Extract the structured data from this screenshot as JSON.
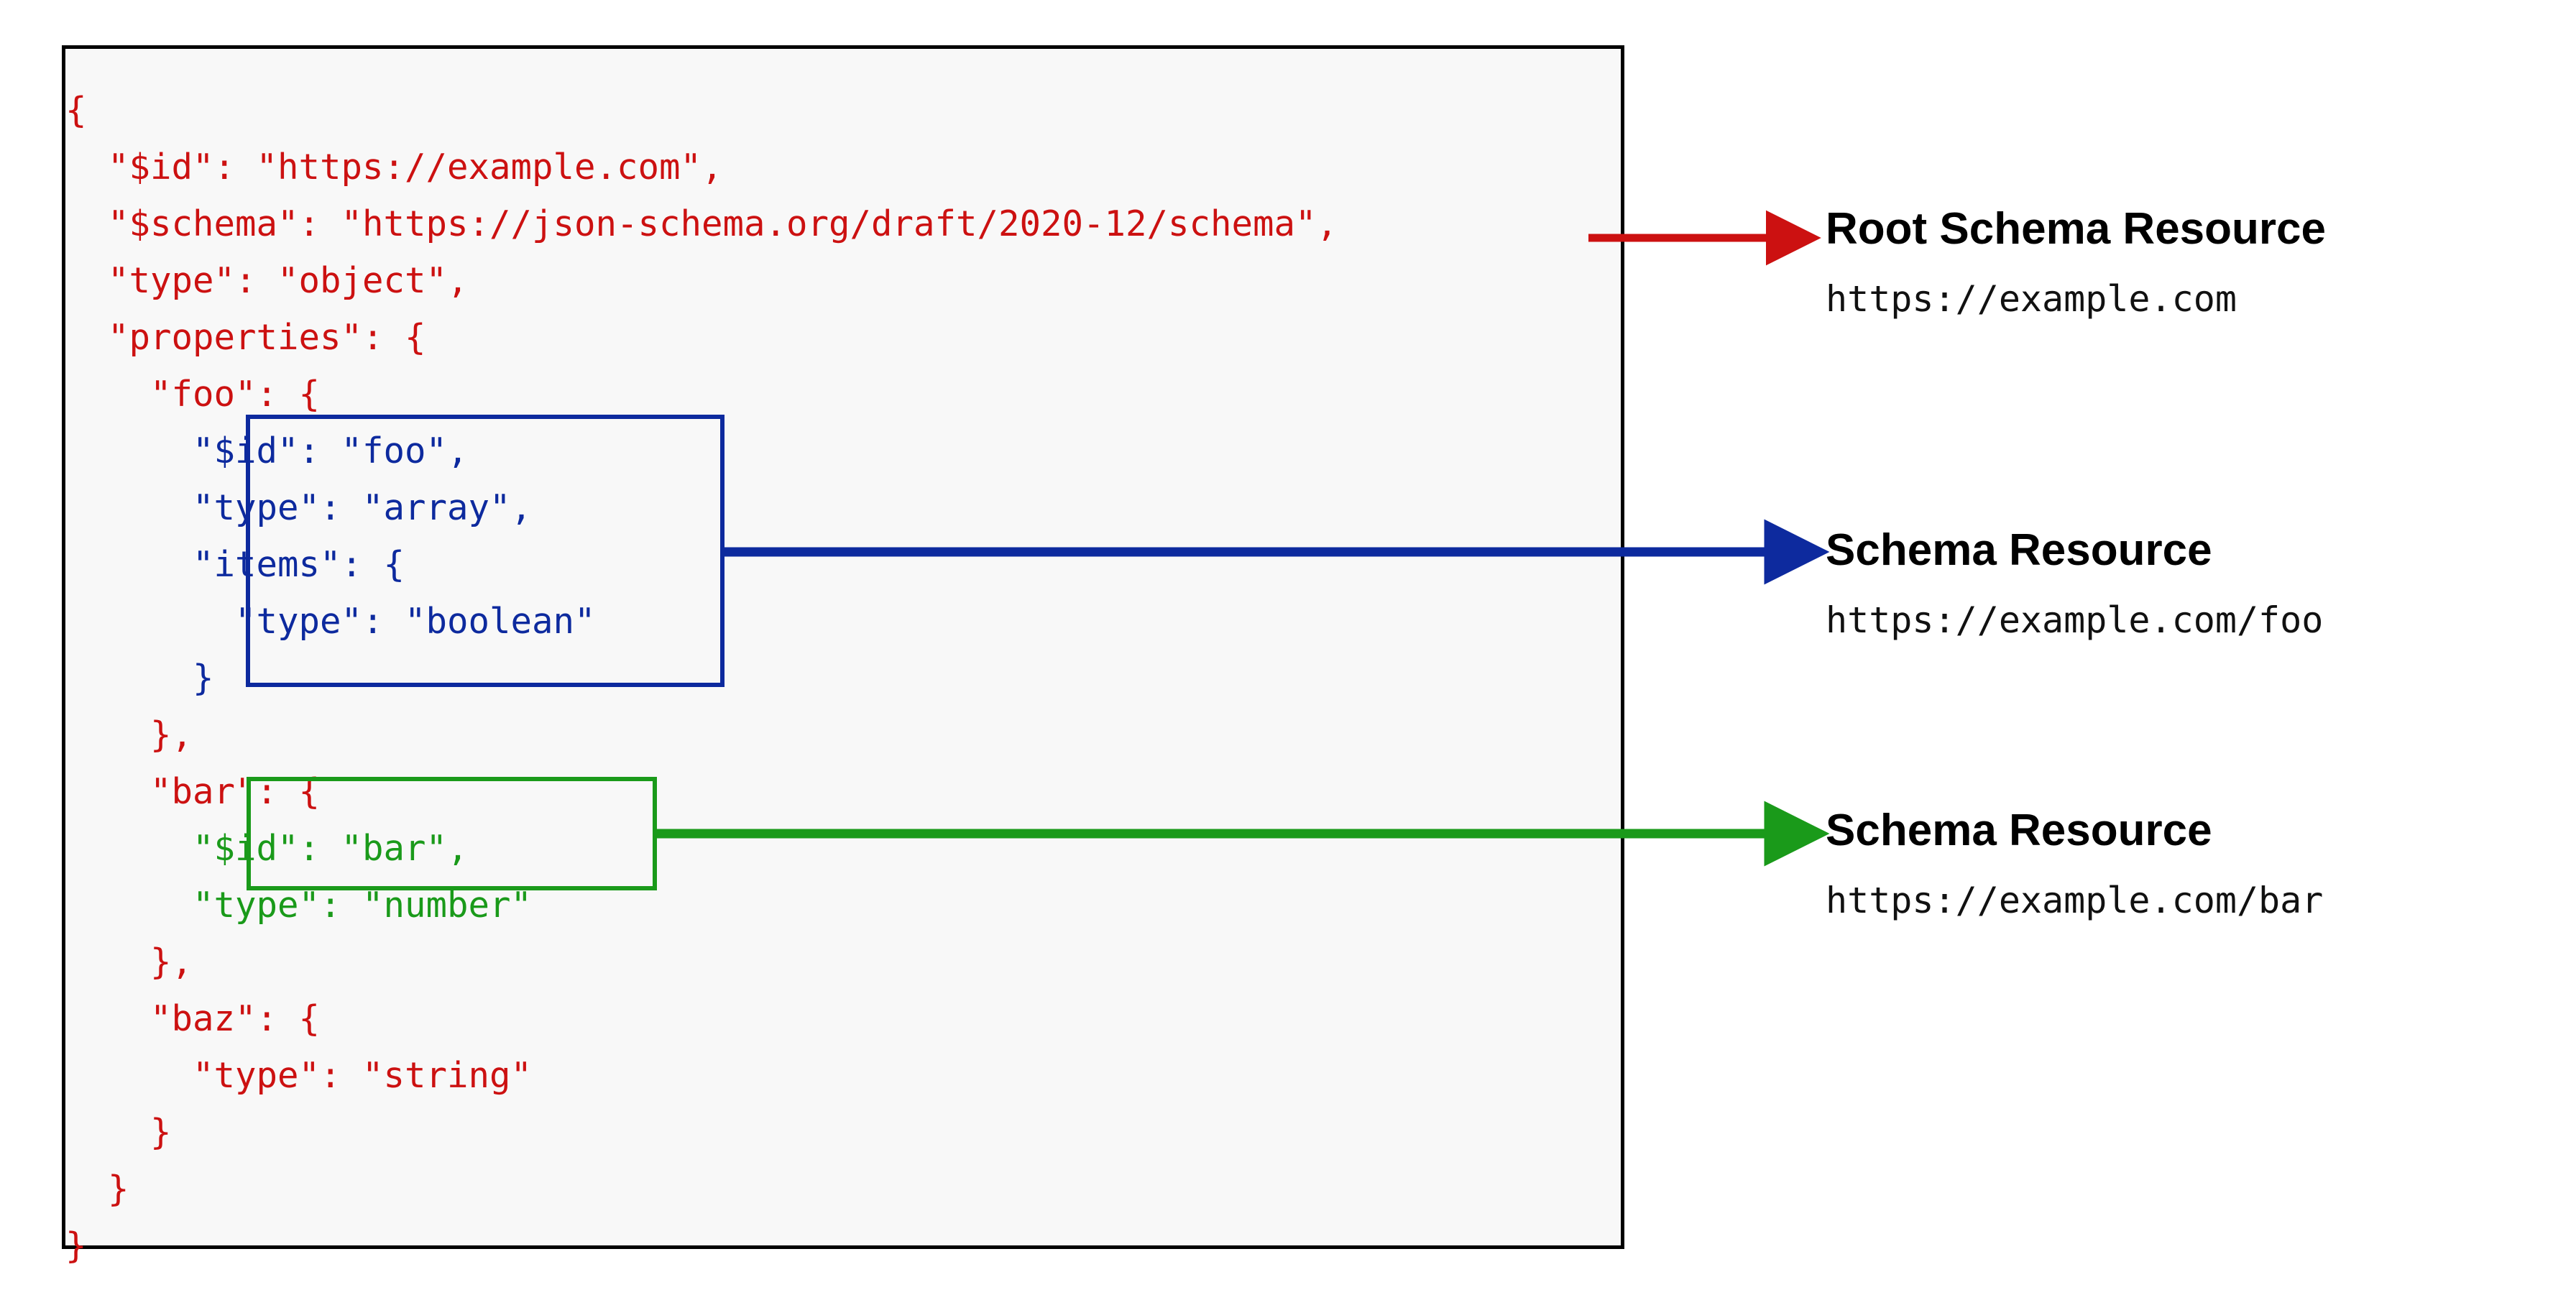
{
  "diagram": {
    "title": "JSON Schema resource identification",
    "colors": {
      "root_red": "#cc1111",
      "foo_blue": "#0d2a9e",
      "bar_green": "#1a9a1a",
      "panel_border": "#000000",
      "panel_fill": "#f8f8f8"
    }
  },
  "code": {
    "lines": [
      {
        "text": "{",
        "color": "red"
      },
      {
        "text": "  \"$id\": \"https://example.com\",",
        "color": "red"
      },
      {
        "text": "  \"$schema\": \"https://json-schema.org/draft/2020-12/schema\",",
        "color": "red"
      },
      {
        "text": "  \"type\": \"object\",",
        "color": "red"
      },
      {
        "text": "  \"properties\": {",
        "color": "red"
      },
      {
        "text": "    \"foo\": {",
        "color": "red"
      },
      {
        "text": "      \"$id\": \"foo\",",
        "color": "blue"
      },
      {
        "text": "      \"type\": \"array\",",
        "color": "blue"
      },
      {
        "text": "      \"items\": {",
        "color": "blue"
      },
      {
        "text": "        \"type\": \"boolean\"",
        "color": "blue"
      },
      {
        "text": "      }",
        "color": "blue"
      },
      {
        "text": "    },",
        "color": "red"
      },
      {
        "text": "    \"bar\": {",
        "color": "red"
      },
      {
        "text": "      \"$id\": \"bar\",",
        "color": "green"
      },
      {
        "text": "      \"type\": \"number\"",
        "color": "green"
      },
      {
        "text": "    },",
        "color": "red"
      },
      {
        "text": "    \"baz\": {",
        "color": "red"
      },
      {
        "text": "      \"type\": \"string\"",
        "color": "red"
      },
      {
        "text": "    }",
        "color": "red"
      },
      {
        "text": "  }",
        "color": "red"
      },
      {
        "text": "}",
        "color": "red"
      }
    ]
  },
  "labels": [
    {
      "title": "Root Schema Resource",
      "url": "https://example.com",
      "color": "#cc1111"
    },
    {
      "title": "Schema Resource",
      "url": "https://example.com/foo",
      "color": "#0d2a9e"
    },
    {
      "title": "Schema Resource",
      "url": "https://example.com/bar",
      "color": "#1a9a1a"
    }
  ]
}
